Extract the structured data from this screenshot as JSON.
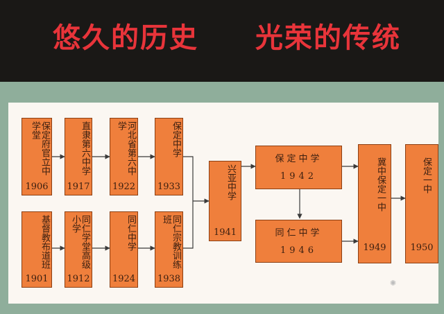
{
  "header": {
    "title_left": "悠久的历史",
    "title_right": "光荣的传统"
  },
  "nodes": {
    "n1906": {
      "name": "保定府官立中学堂",
      "year": "1906"
    },
    "n1917": {
      "name": "直隶第六中学",
      "year": "1917"
    },
    "n1922": {
      "name": "河北省第六中学",
      "year": "1922"
    },
    "n1933": {
      "name": "保定中学",
      "year": "1933"
    },
    "n1901": {
      "name": "基督教布道班",
      "year": "1901"
    },
    "n1912": {
      "name": "同仁学堂高级小学",
      "year": "1912"
    },
    "n1924": {
      "name": "同仁中学",
      "year": "1924"
    },
    "n1938": {
      "name": "同仁宗教训练班",
      "year": "1938"
    },
    "n1941": {
      "name": "兴亚中学",
      "year": "1941"
    },
    "n1942": {
      "name": "保定中学",
      "year": "1942"
    },
    "n1946": {
      "name": "同仁中学",
      "year": "1946"
    },
    "n1949": {
      "name": "冀中保定一中",
      "year": "1949"
    },
    "n1950": {
      "name": "保定一中",
      "year": "1950"
    }
  },
  "colors": {
    "node_fill": "#ef7f3c",
    "title": "#e8343a",
    "board": "#8fae9b"
  },
  "watermark_icon": "watermark-icon"
}
